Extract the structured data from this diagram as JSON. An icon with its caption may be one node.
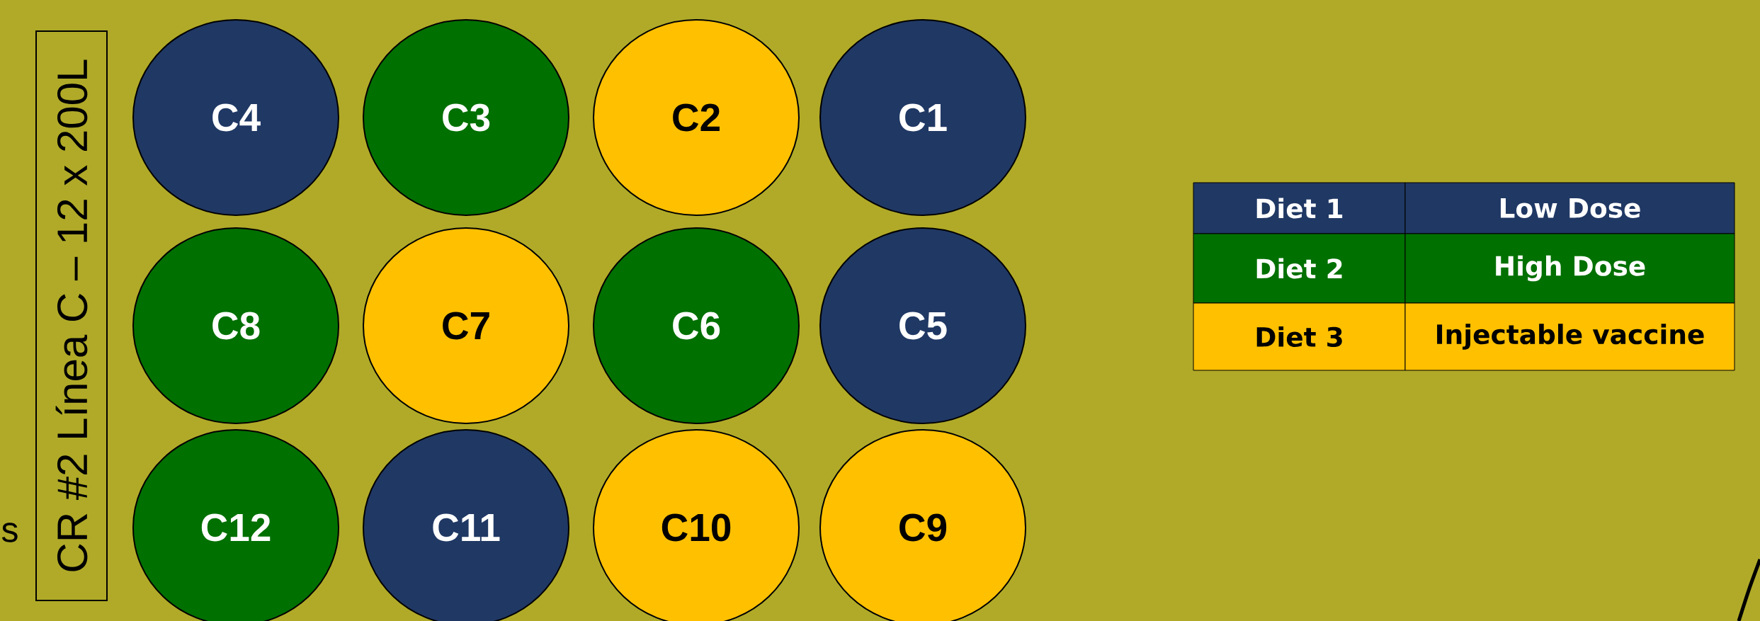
{
  "diagram": {
    "nodes": [
      {
        "text": [
          "CR #2 Línea C – 12 x 200L"
        ]
      },
      {
        "text": [
          "C4"
        ]
      },
      {
        "text": [
          "C3"
        ]
      },
      {
        "text": [
          "C2"
        ]
      },
      {
        "text": [
          "C1"
        ]
      },
      {
        "text": [
          "C8"
        ]
      },
      {
        "text": [
          "C7"
        ]
      },
      {
        "text": [
          "C6"
        ]
      },
      {
        "text": [
          "C5"
        ]
      },
      {
        "text": [
          "C12"
        ]
      },
      {
        "text": [
          "C11"
        ]
      },
      {
        "text": [
          "C10"
        ]
      },
      {
        "text": [
          "C9"
        ]
      }
    ],
    "labels": [
      "s",
      "Low Dose",
      "High Dose",
      "Injectable vaccine"
    ],
    "legend": [
      {
        "text": "Diet 1",
        "color": "#203864"
      },
      {
        "text": "Diet 2",
        "color": "#007000"
      },
      {
        "text": "Diet 3",
        "color": "#ffc000"
      }
    ]
  }
}
